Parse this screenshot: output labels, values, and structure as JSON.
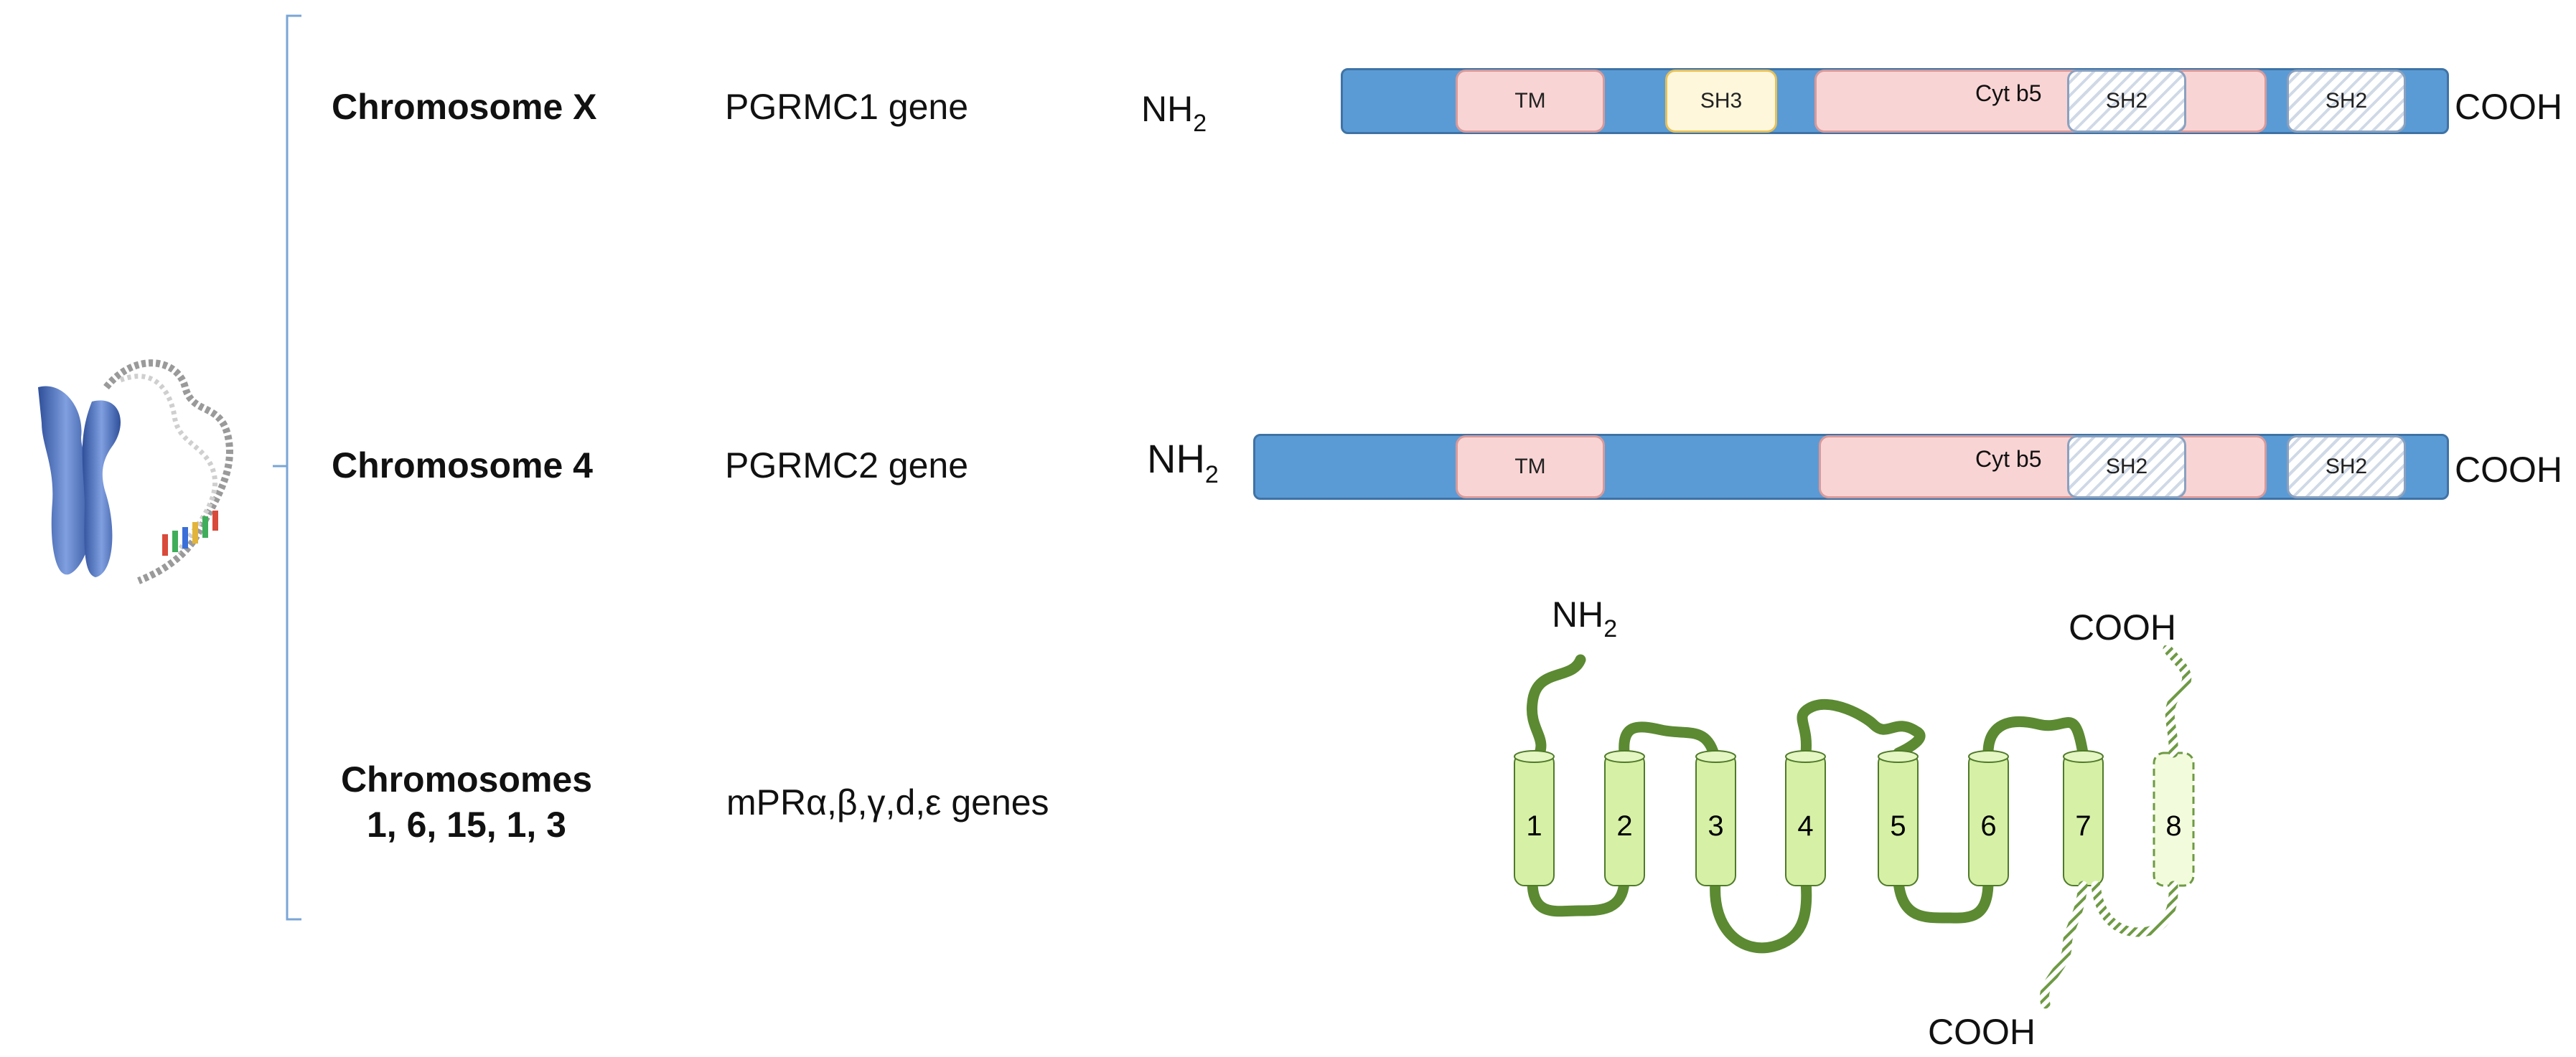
{
  "rows": [
    {
      "chromosome": "Chromosome X",
      "gene": "PGRMC1 gene",
      "n_terminus": "NH",
      "n_sub": "2",
      "c_terminus": "COOH",
      "domains": {
        "tm": "TM",
        "sh3": "SH3",
        "cytb5": "Cyt b5",
        "sh2a": "SH2",
        "sh2b": "SH2"
      }
    },
    {
      "chromosome": "Chromosome 4",
      "gene": "PGRMC2 gene",
      "n_terminus": "NH",
      "n_sub": "2",
      "c_terminus": "COOH",
      "domains": {
        "tm": "TM",
        "cytb5": "Cyt b5",
        "sh2a": "SH2",
        "sh2b": "SH2"
      }
    },
    {
      "chromosome_line1": "Chromosomes",
      "chromosome_line2": "1, 6, 15, 1, 3",
      "gene": "mPRα,β,γ,d,ε genes"
    }
  ],
  "mpr_protein": {
    "n_terminus": "NH",
    "n_sub": "2",
    "c_terminus_top": "COOH",
    "c_terminus_bottom": "COOH",
    "helices": [
      "1",
      "2",
      "3",
      "4",
      "5",
      "6",
      "7",
      "8"
    ]
  },
  "colors": {
    "bar_fill": "#5b9bd5",
    "domain_pink": "#f9d4d4",
    "helix_fill": "#d6f0a6",
    "helix_stroke": "#4f7a2a",
    "loop": "#5b8a32",
    "bracket": "#7aa6d6"
  },
  "icons": [
    "chromosome-dna-icon"
  ]
}
